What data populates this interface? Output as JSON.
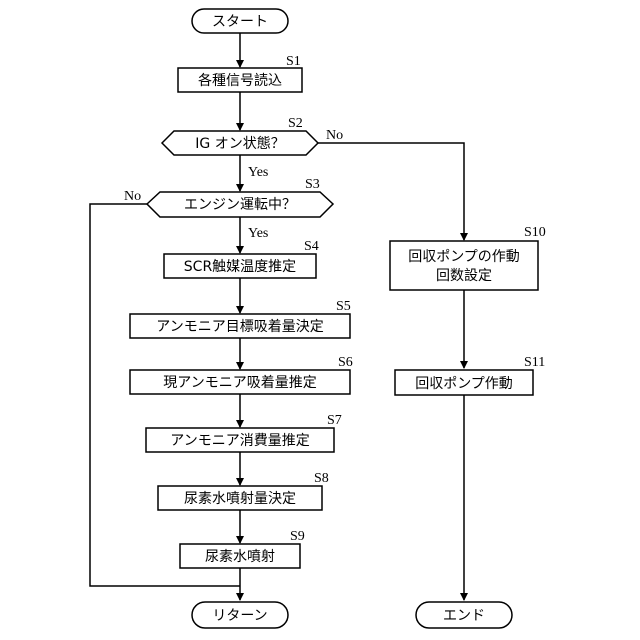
{
  "start": {
    "label": "スタート"
  },
  "end_return": {
    "label": "リターン"
  },
  "end_end": {
    "label": "エンド"
  },
  "steps": [
    {
      "id": "S1",
      "label": "各種信号読込"
    },
    {
      "id": "S2",
      "label": "IG オン状態？"
    },
    {
      "id": "S3",
      "label": "エンジン運転中？"
    },
    {
      "id": "S4",
      "label": "SCR触媒温度推定"
    },
    {
      "id": "S5",
      "label": "アンモニア目標吸着量決定"
    },
    {
      "id": "S6",
      "label": "現アンモニア吸着量推定"
    },
    {
      "id": "S7",
      "label": "アンモニア消費量推定"
    },
    {
      "id": "S8",
      "label": "尿素水噴射量決定"
    },
    {
      "id": "S9",
      "label": "尿素水噴射"
    },
    {
      "id": "S10",
      "label_line1": "回収ポンプの作動",
      "label_line2": "回数設定"
    },
    {
      "id": "S11",
      "label": "回収ポンプ作動"
    }
  ],
  "branch_labels": {
    "yes": "Yes",
    "no": "No"
  }
}
